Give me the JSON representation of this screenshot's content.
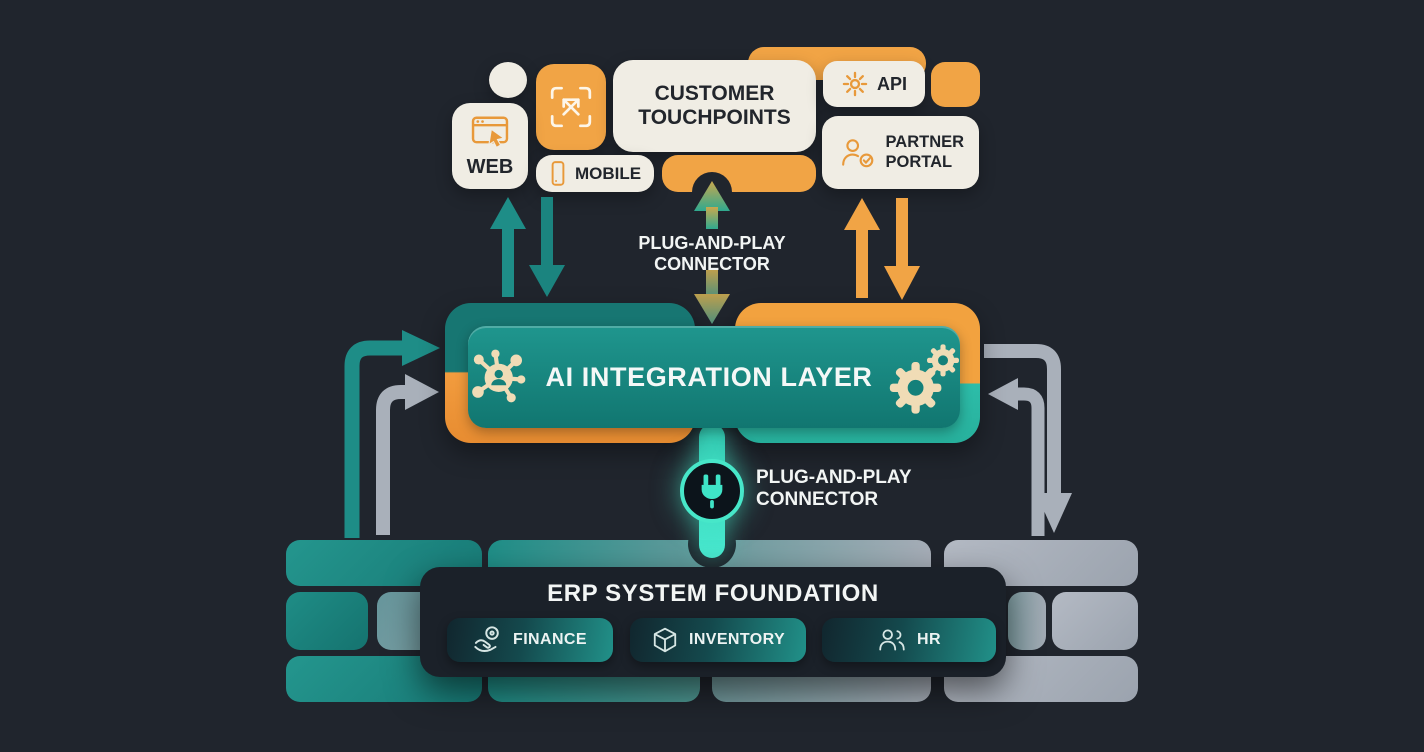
{
  "colors": {
    "background": "#20252d",
    "orange": "#f1a445",
    "teal": "#1e8d87",
    "mint": "#47e7c9",
    "cream": "#f0ede4",
    "gray": "#a9b0ba",
    "panel_dark": "#1b2129"
  },
  "touchpoints": {
    "title": "CUSTOMER TOUCHPOINTS",
    "items": [
      {
        "label": "WEB",
        "icon": "browser-cursor-icon"
      },
      {
        "label": "MOBILE",
        "icon": "smartphone-icon"
      },
      {
        "label": "API",
        "icon": "gear-icon"
      },
      {
        "label": "PARTNER PORTAL",
        "icon": "person-check-icon"
      }
    ]
  },
  "connector_top": {
    "line1": "PLUG-AND-PLAY",
    "line2": "CONNECTOR"
  },
  "ai_layer": {
    "label": "AI INTEGRATION LAYER",
    "left_icon": "network-hub-icon",
    "right_icon": "gears-icon"
  },
  "connector_mid": {
    "line1": "PLUG-AND-PLAY",
    "line2": "CONNECTOR",
    "icon": "power-plug-icon"
  },
  "erp": {
    "title": "ERP SYSTEM FOUNDATION",
    "modules": [
      {
        "label": "FINANCE",
        "icon": "hand-coin-icon"
      },
      {
        "label": "INVENTORY",
        "icon": "package-box-icon"
      },
      {
        "label": "HR",
        "icon": "people-icon"
      }
    ]
  }
}
